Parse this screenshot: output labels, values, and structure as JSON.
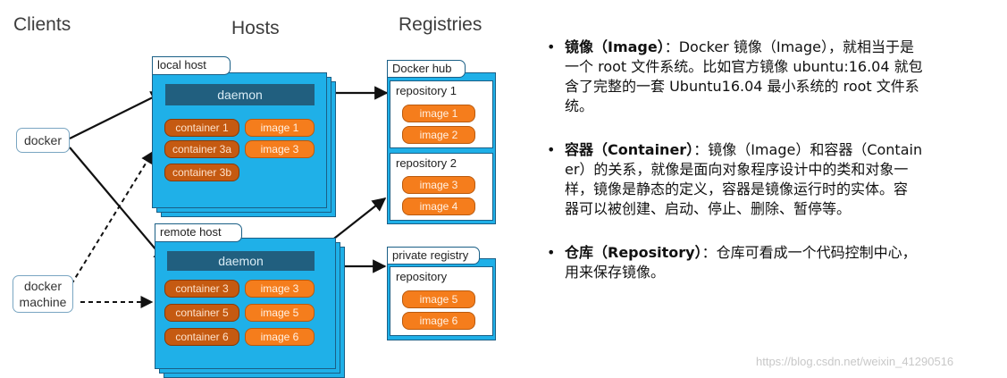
{
  "columns": {
    "clients": "Clients",
    "hosts": "Hosts",
    "registries": "Registries"
  },
  "clients": {
    "docker": "docker",
    "docker_machine_line1": "docker",
    "docker_machine_line2": "machine"
  },
  "local_host": {
    "label": "local host",
    "daemon": "daemon",
    "containers": [
      "container 1",
      "container 3a",
      "container 3b"
    ],
    "images": [
      "image 1",
      "image 3"
    ]
  },
  "remote_host": {
    "label": "remote host",
    "daemon": "daemon",
    "containers": [
      "container 3",
      "container 5",
      "container 6"
    ],
    "images": [
      "image 3",
      "image 5",
      "image 6"
    ]
  },
  "docker_hub": {
    "label": "Docker hub",
    "repo1": {
      "title": "repository 1",
      "images": [
        "image 1",
        "image 2"
      ]
    },
    "repo2": {
      "title": "repository 2",
      "images": [
        "image 3",
        "image 4"
      ]
    }
  },
  "private_registry": {
    "label": "private registry",
    "repo": {
      "title": "repository",
      "images": [
        "image 5",
        "image 6"
      ]
    }
  },
  "bullets": [
    {
      "dot": "•",
      "term": "镜像（Image）",
      "text_lines": [
        "：Docker 镜像（Image），就相当于是",
        "一个 root 文件系统。比如官方镜像 ubuntu:16.04 就包",
        "含了完整的一套 Ubuntu16.04 最小系统的 root 文件系",
        "统。"
      ]
    },
    {
      "dot": "•",
      "term": "容器（Container）",
      "text_lines": [
        "：镜像（Image）和容器（Contain",
        "er）的关系，就像是面向对象程序设计中的类和对象一",
        "样，镜像是静态的定义，容器是镜像运行时的实体。容",
        "器可以被创建、启动、停止、删除、暂停等。"
      ]
    },
    {
      "dot": "•",
      "term": "仓库（Repository）",
      "text_lines": [
        "：仓库可看成一个代码控制中心，",
        "用来保存镜像。"
      ]
    }
  ],
  "watermark": "https://blog.csdn.net/weixin_41290516",
  "colors": {
    "host_blue": "#1fb0e8",
    "border_dark": "#1a5f86",
    "daemon": "#215f7f",
    "container": "#c55a11",
    "image": "#f57d1c"
  }
}
